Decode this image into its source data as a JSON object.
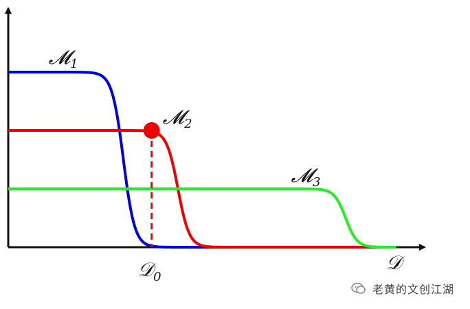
{
  "chart_data": {
    "type": "line",
    "title": "",
    "xlabel": "𝒟",
    "ylabel": "",
    "xlim": [
      0,
      10
    ],
    "ylim": [
      0,
      10
    ],
    "series": [
      {
        "name": "𝓜",
        "sub": "1",
        "color": "#0000dd",
        "level": 7.5,
        "cutoff": 2.85,
        "width": 0.14
      },
      {
        "name": "𝓜",
        "sub": "2",
        "color": "#ee0000",
        "level": 5.0,
        "cutoff": 4.2,
        "width": 0.14
      },
      {
        "name": "𝓜",
        "sub": "3",
        "color": "#22ee22",
        "level": 2.5,
        "cutoff": 8.35,
        "width": 0.14
      }
    ],
    "marker": {
      "series": "𝓜2",
      "x": 3.55,
      "y": 5.0,
      "color": "#ee0000"
    },
    "x_tick": {
      "main": "𝒟",
      "sub": "0",
      "x": 3.55
    },
    "grid": false,
    "legend": "inline"
  },
  "watermark": {
    "text": "老黄的文创江湖"
  }
}
